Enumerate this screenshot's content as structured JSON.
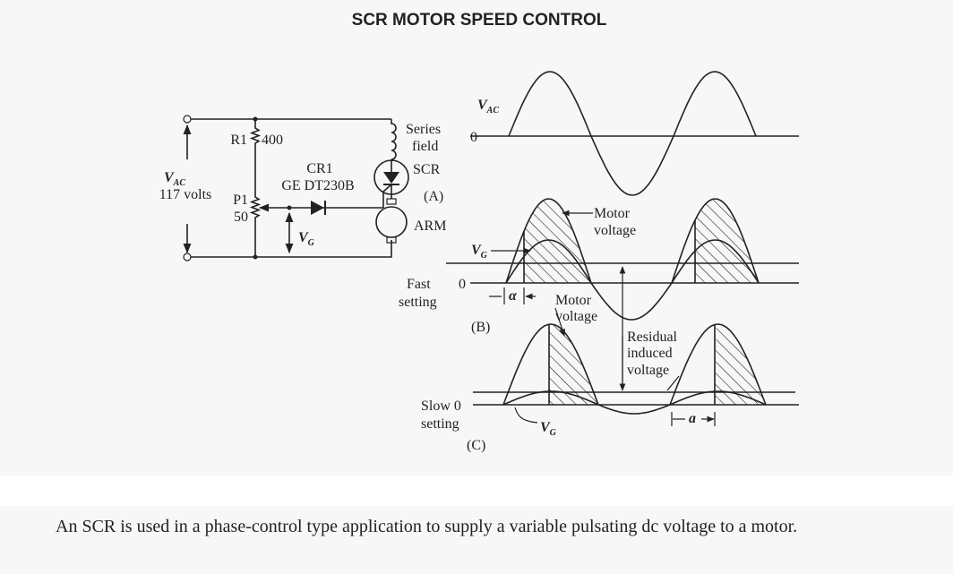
{
  "title": "SCR MOTOR SPEED CONTROL",
  "circuit": {
    "vac": {
      "main": "V",
      "sub": "AC"
    },
    "supply": "117 volts",
    "r1": "R1",
    "r1_value": "400",
    "p1": "P1",
    "p1_value": "50",
    "cr1": "CR1",
    "cr1_part": "GE DT230B",
    "series1": "Series",
    "series2": "field",
    "scr": "SCR",
    "arm": "ARM",
    "vg": {
      "main": "V",
      "sub": "G"
    },
    "panel": "(A)"
  },
  "waveforms": {
    "a": {
      "label": {
        "main": "V",
        "sub": "AC"
      },
      "zero": "0"
    },
    "b": {
      "panel": "(B)",
      "setting1": "Fast",
      "setting2": "setting",
      "zero": "0",
      "motor1": "Motor",
      "motor2": "voltage",
      "vg": {
        "main": "V",
        "sub": "G"
      },
      "alpha": "α"
    },
    "c": {
      "panel": "(C)",
      "setting1": "Slow 0",
      "setting2": "setting",
      "motor1": "Motor",
      "motor2": "voltage",
      "vg": {
        "main": "V",
        "sub": "G"
      },
      "a": "a"
    },
    "residual1": "Residual",
    "residual2": "induced",
    "residual3": "voltage"
  },
  "caption": "An SCR is used in a phase-control type application to supply a variable pulsating dc voltage to a motor."
}
